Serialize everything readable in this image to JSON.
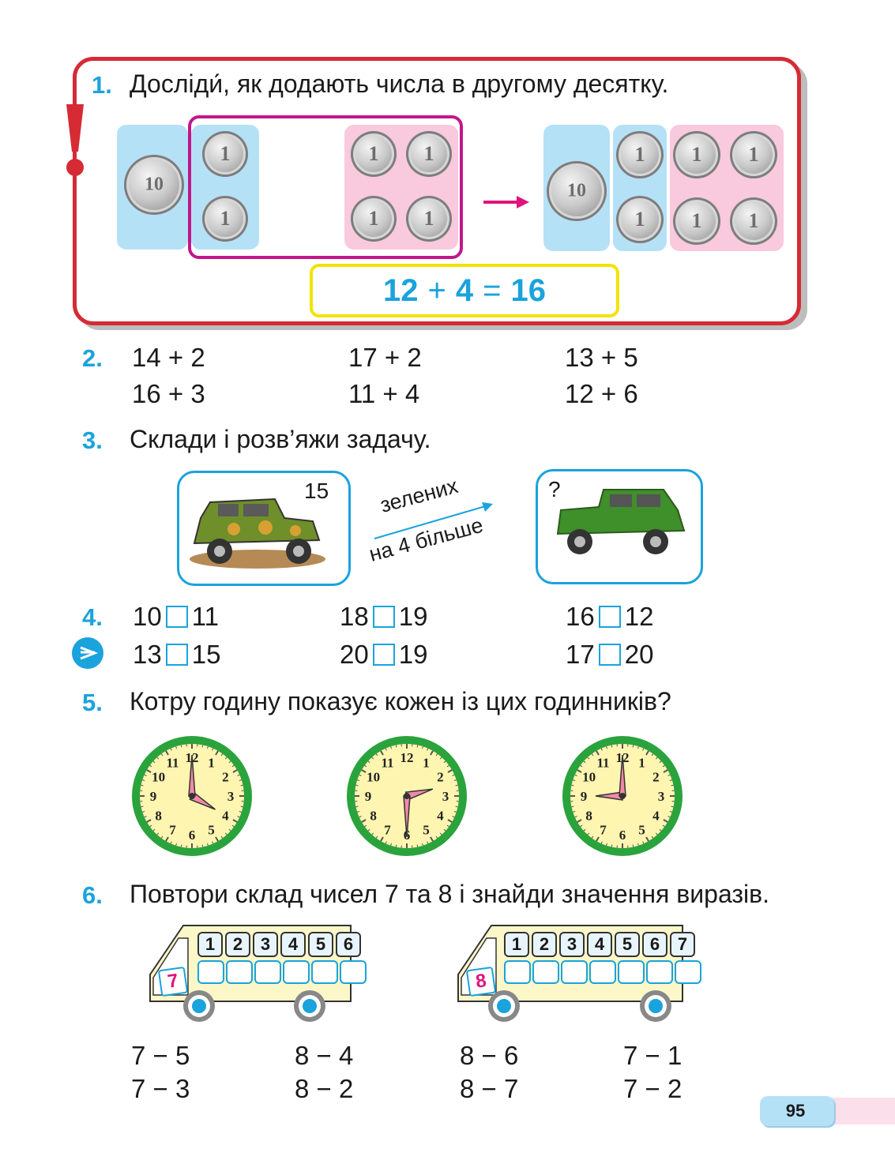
{
  "task1": {
    "number": "1.",
    "text": "Досліди́, як додають числа в другому десятку.",
    "coin_ten_label": "10",
    "coin_one_label": "1",
    "equation": {
      "left": "12",
      "plus": "+",
      "right": "4",
      "eq": "=",
      "result": "16"
    }
  },
  "task2": {
    "number": "2.",
    "rows": [
      [
        "14 + 2",
        "17 + 2",
        "13 + 5"
      ],
      [
        "16 + 3",
        "11 + 4",
        "12 + 6"
      ]
    ]
  },
  "task3": {
    "number": "3.",
    "text": "Склади і розв’яжи задачу.",
    "left_card_value": "15",
    "arrow_top": "зелених",
    "arrow_bottom": "на 4 більше",
    "right_card_value": "?"
  },
  "task4": {
    "number": "4.",
    "rows": [
      [
        [
          "10",
          "11"
        ],
        [
          "18",
          "19"
        ],
        [
          "16",
          "12"
        ]
      ],
      [
        [
          "13",
          "15"
        ],
        [
          "20",
          "19"
        ],
        [
          "17",
          "20"
        ]
      ]
    ]
  },
  "task5": {
    "number": "5.",
    "text": "Котру годину показує кожен із цих годинників?",
    "clock_numbers": [
      "12",
      "1",
      "2",
      "3",
      "4",
      "5",
      "6",
      "7",
      "8",
      "9",
      "10",
      "11"
    ],
    "clocks": [
      {
        "hour": 4,
        "minute": 0
      },
      {
        "hour": 2,
        "minute": 30
      },
      {
        "hour": 9,
        "minute": 0
      }
    ]
  },
  "task6": {
    "number": "6.",
    "text": "Повтори склад чисел 7 та 8 і знайди значення виразів.",
    "bus1": {
      "label": "7",
      "seats": [
        "1",
        "2",
        "3",
        "4",
        "5",
        "6"
      ]
    },
    "bus2": {
      "label": "8",
      "seats": [
        "1",
        "2",
        "3",
        "4",
        "5",
        "6",
        "7"
      ]
    },
    "columns": [
      [
        "7 − 5",
        "7 − 3"
      ],
      [
        "8 − 4",
        "8 − 2"
      ],
      [
        "8 − 6",
        "8 − 7"
      ],
      [
        "7 − 1",
        "7 − 2"
      ]
    ]
  },
  "page_number": "95",
  "colors": {
    "accent_blue": "#1aa3dc",
    "red_frame": "#d62b35",
    "magenta": "#e0147c",
    "yellow": "#f2e300",
    "light_blue": "#b5e1f7",
    "light_pink": "#f9c9dd",
    "clock_green": "#2ba33d",
    "clock_face": "#fdf5b0"
  }
}
